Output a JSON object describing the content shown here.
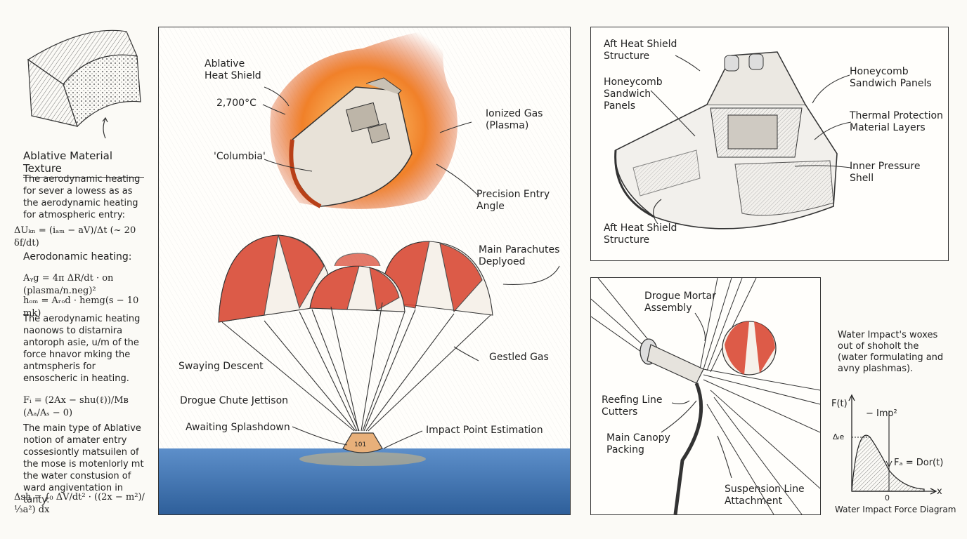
{
  "left": {
    "texture_label": "Ablative Material Texture",
    "p1": "The aerodynamic heating for sever a lowess as as the aerodynamic heating for atmospheric entry:",
    "eq1": "ΔUₖₙ = (iₐₘ − aV)/Δt (~ 20 δf/dt)",
    "h2": "Aerodonamic heating:",
    "eq2": "Aᵧg = 4π ΔR/dt · on (plasma/n.neg)²",
    "eq3": "hₒₘ = Aᵣₒd · hemg(s − 10 mk)",
    "p2": "The aerodynamic heating naonows to distarnira antoroph asie, u/m of the force hnavor mking the antmspheris for ensoscheric in heating.",
    "eq4": "Fᵢ = (2Ax − shu(ℓ))/Mʙ (Aₐ/Aₛ − 0)",
    "p3": "The main type of Ablative notion of amater entry cossesiontly matsuilen of the mose is motenlorly mt the water constusion of ward angiventation in tanty:",
    "eq5": "Δsh = ∫₀ ΔV/dt² · ((2x − m²)/⅓a²) dx"
  },
  "center": {
    "ablative": "Ablative\nHeat Shield",
    "temp": "2,700°C",
    "columbia": "'Columbia'",
    "ionized": "Ionized Gas\n(Plasma)",
    "precision": "Precision Entry\nAngle",
    "main_chutes": "Main Parachutes\nDeplyoed",
    "swaying": "Swaying Descent",
    "gestled": "Gestled Gas",
    "drogue_jettison": "Drogue Chute Jettison",
    "awaiting": "Awaiting Splashdown",
    "impact": "Impact Point Estimation",
    "capsule_marking": "101"
  },
  "top_right": {
    "aft_top": "Aft Heat Shield\nStructure",
    "honey_left": "Honeycomb\nSandwich\nPanels",
    "honey_right": "Honeycomb\nSandwich Panels",
    "thermal": "Thermal Protection\nMaterial Layers",
    "inner": "Inner Pressure\nShell",
    "aft_bottom": "Aft Heat Shield\nStructure"
  },
  "bottom_right": {
    "drogue_mortar": "Drogue Mortar\nAssembly",
    "reefing": "Reefing Line\nCutters",
    "canopy": "Main Canopy\nPacking",
    "suspension": "Suspension Line\nAttachment"
  },
  "impact_graph": {
    "note": "Water Impact's woxes out of shoholt the (water formulating and avny plashmas).",
    "y_axis": "F(t)",
    "peak": "− Imo²",
    "level": "Δᵢe",
    "fa": "Fₐ = Dor(t)",
    "zero": "0",
    "x": "x",
    "caption": "Water Impact Force Diagram"
  },
  "colors": {
    "ink": "#222222",
    "chute_red": "#d8412c",
    "flame": "#f07a1e",
    "sea": "#3b72b0",
    "paper": "#fbfaf6"
  }
}
